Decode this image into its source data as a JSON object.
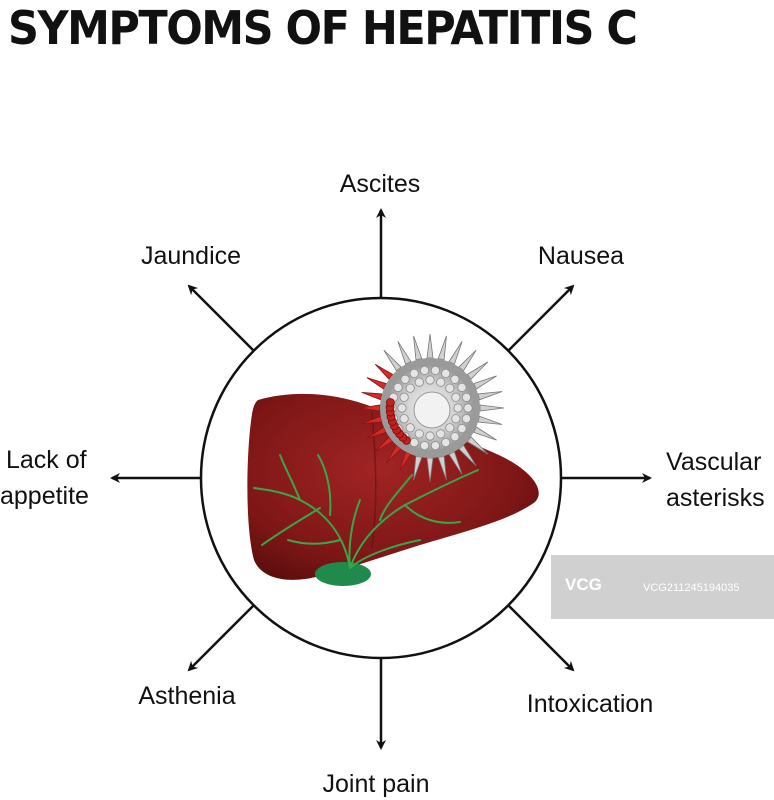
{
  "title": "SYMPTOMS OF HEPATITIS C",
  "symptoms": {
    "top": "Ascites",
    "top_right": "Nausea",
    "right_line1": "Vascular",
    "right_line2": "asterisks",
    "bottom_right": "Intoxication",
    "bottom": "Joint pain",
    "bottom_left": "Asthenia",
    "left_line1": "Lack of",
    "left_line2": "appetite",
    "top_left": "Jaundice"
  },
  "watermark": {
    "logo": "VCG",
    "id": "VCG211245194035"
  },
  "colors": {
    "liver": "#8b1a1a",
    "liver_dark": "#5e0f0f",
    "veins": "#3aa64a",
    "gallbladder": "#1f8a4c",
    "virus": "#b9b9b9",
    "virus_spikes_red": "#d42a2a",
    "arrow": "#111111"
  }
}
